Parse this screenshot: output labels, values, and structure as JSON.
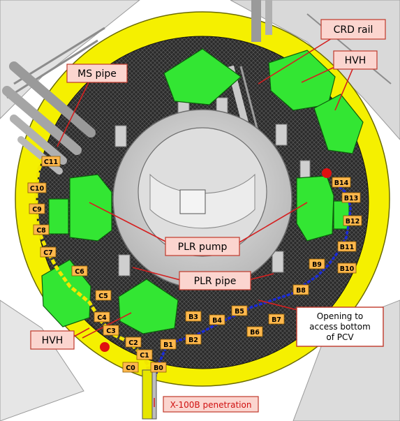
{
  "labels": {
    "crd_rail": "CRD rail",
    "hvh_top": "HVH",
    "ms_pipe": "MS pipe",
    "plr_pump": "PLR pump",
    "plr_pipe": "PLR pipe",
    "hvh_left": "HVH",
    "opening_line1": "Opening to",
    "opening_line2": "access bottom",
    "opening_line3": "of PCV",
    "penetration": "X-100B penetration"
  },
  "markers": {
    "C0": "C0",
    "C1": "C1",
    "C2": "C2",
    "C3": "C3",
    "C4": "C4",
    "C5": "C5",
    "C6": "C6",
    "C7": "C7",
    "C8": "C8",
    "C9": "C9",
    "C10": "C10",
    "C11": "C11",
    "B0": "B0",
    "B1": "B1",
    "B2": "B2",
    "B3": "B3",
    "B4": "B4",
    "B5": "B5",
    "B6": "B6",
    "B7": "B7",
    "B8": "B8",
    "B9": "B9",
    "B10": "B10",
    "B11": "B11",
    "B12": "B12",
    "B13": "B13",
    "B14": "B14"
  },
  "colors": {
    "route_c": "#f2e600",
    "route_b": "#1a2bd6",
    "equipment": "#33e633",
    "vessel_ring": "#f5f000",
    "grating": "#2b2b2b",
    "marker_fill": "#ffb84d",
    "callout_fill": "#fbd5cf",
    "callout_border": "#c0392b",
    "endpoint": "#e01010"
  }
}
